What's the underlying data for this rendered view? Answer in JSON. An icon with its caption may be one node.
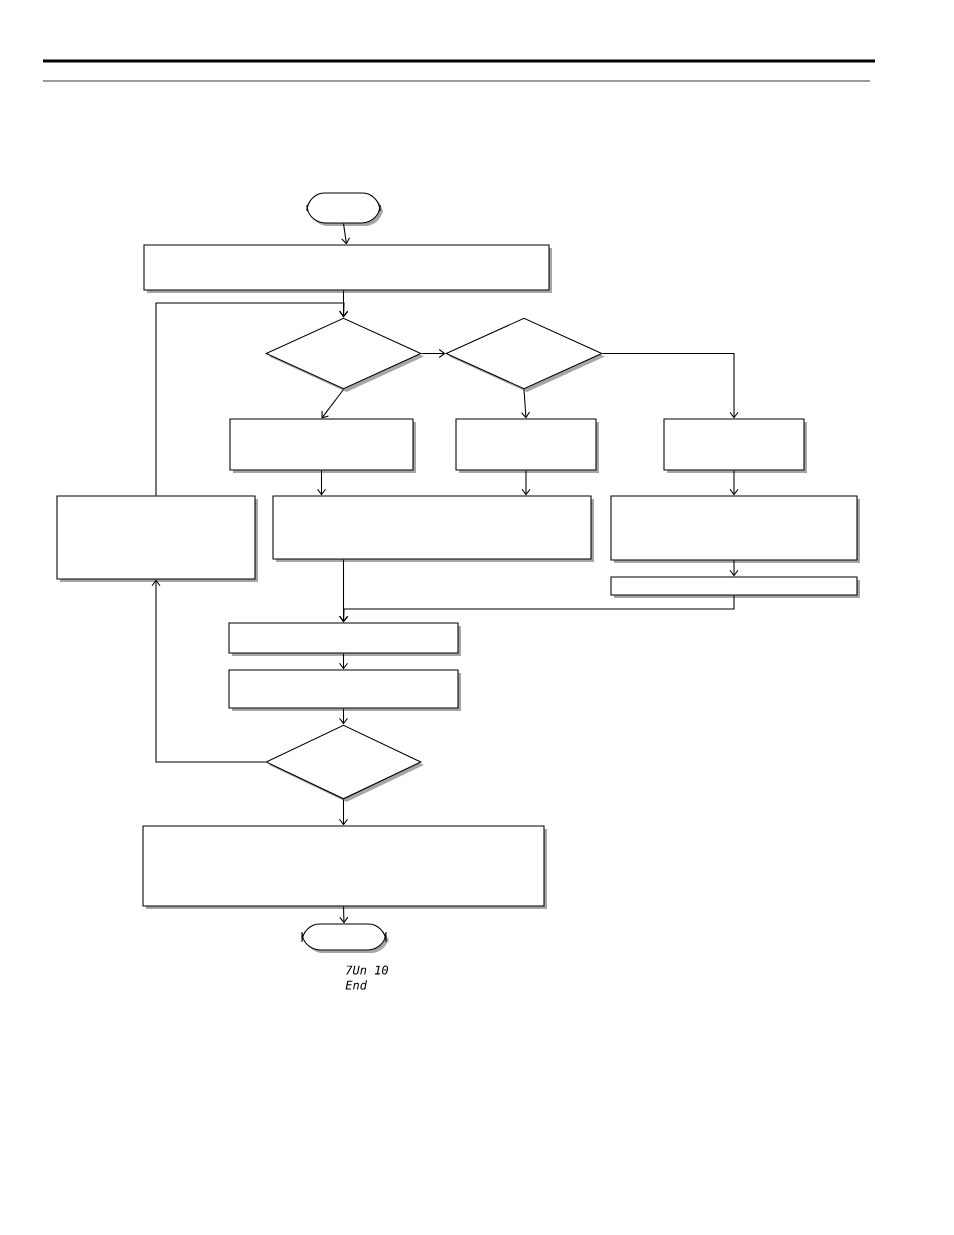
{
  "diagram": {
    "nodes": [
      {
        "text": [],
        "shape": "oval"
      },
      {
        "text": [],
        "shape": "box"
      },
      {
        "text": [],
        "shape": "diamond"
      },
      {
        "text": [],
        "shape": "diamond"
      },
      {
        "text": [],
        "shape": "box"
      },
      {
        "text": [],
        "shape": "box"
      },
      {
        "text": [],
        "shape": "box"
      },
      {
        "text": [],
        "shape": "box"
      },
      {
        "text": [],
        "shape": "box"
      },
      {
        "text": [],
        "shape": "box"
      },
      {
        "text": [],
        "shape": "box"
      },
      {
        "text": [],
        "shape": "box"
      },
      {
        "text": [],
        "shape": "box"
      },
      {
        "text": [],
        "shape": "diamond"
      },
      {
        "text": [],
        "shape": "box"
      },
      {
        "text": [],
        "shape": "oval"
      }
    ],
    "edges": [
      {
        "from": 0,
        "to": 1,
        "arrow": "to"
      },
      {
        "from": 1,
        "to": 2,
        "arrow": "to"
      },
      {
        "from": 2,
        "to": 3,
        "arrow": "to"
      },
      {
        "from": 3,
        "to": 6,
        "arrow": "to"
      },
      {
        "from": 2,
        "to": 4,
        "arrow": "to"
      },
      {
        "from": 3,
        "to": 5,
        "arrow": "to"
      },
      {
        "from": 4,
        "to": 8,
        "arrow": "to"
      },
      {
        "from": 5,
        "to": 8,
        "arrow": "to"
      },
      {
        "from": 6,
        "to": 9,
        "arrow": "to"
      },
      {
        "from": 9,
        "to": 10,
        "arrow": "to"
      },
      {
        "from": 8,
        "to": 11,
        "arrow": "to"
      },
      {
        "from": 10,
        "to": 11,
        "arrow": "to"
      },
      {
        "from": 11,
        "to": 12,
        "arrow": "to"
      },
      {
        "from": 12,
        "to": 13,
        "arrow": "to"
      },
      {
        "from": 13,
        "to": 7,
        "arrow": "to"
      },
      {
        "from": 7,
        "to": 2,
        "arrow": "to"
      },
      {
        "from": 13,
        "to": 14,
        "arrow": "to"
      },
      {
        "from": 14,
        "to": 15,
        "arrow": "to"
      }
    ],
    "labels": [
      "7Un 10",
      "End"
    ]
  }
}
